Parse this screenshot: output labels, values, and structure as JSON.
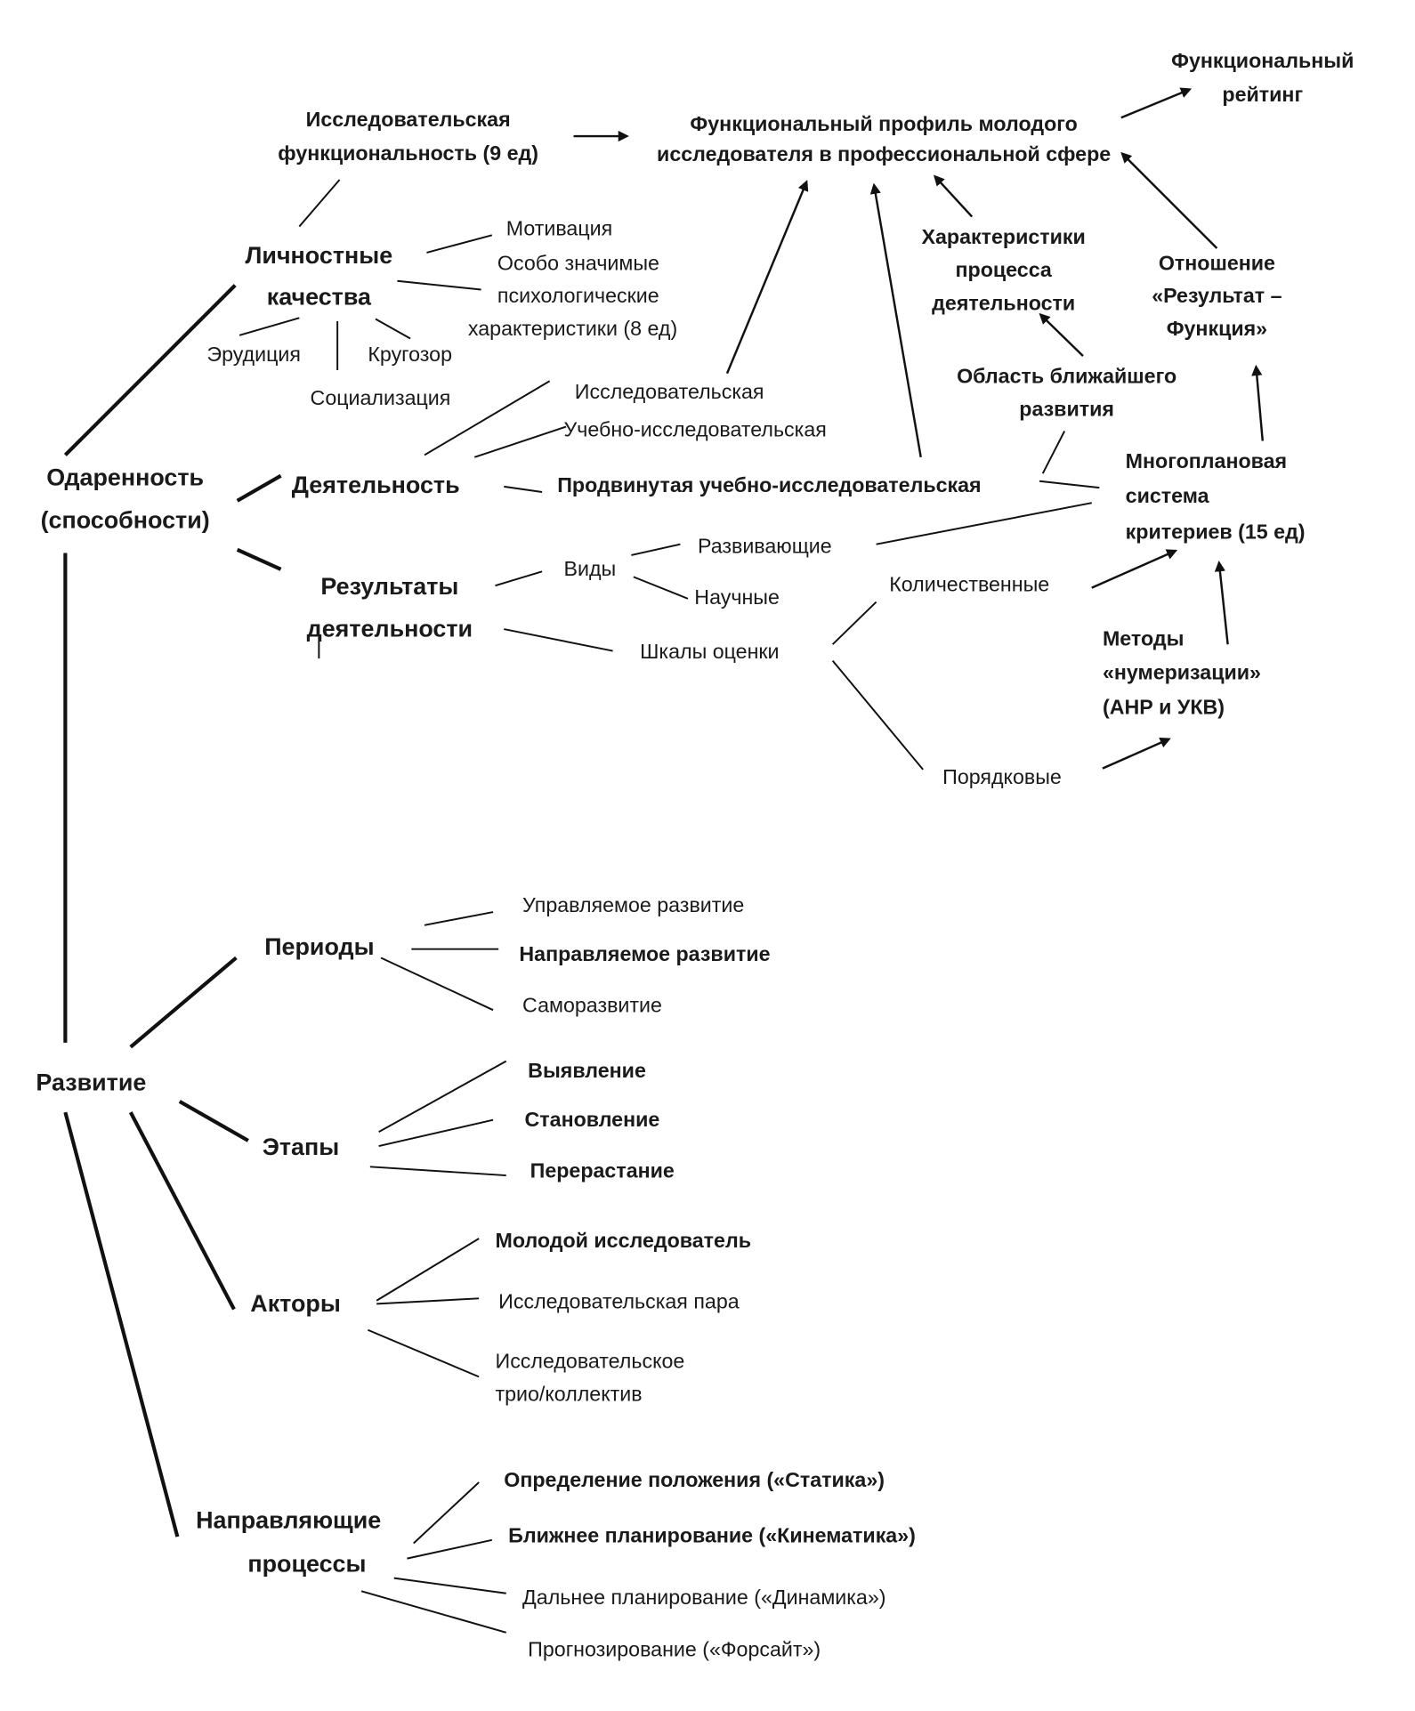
{
  "nodes": {
    "rating": [
      "Функциональный",
      "рейтинг"
    ],
    "research_func": [
      "Исследовательская",
      "функциональность (9 ед)"
    ],
    "profile": [
      "Функциональный профиль молодого",
      "исследователя в профессиональной сфере"
    ],
    "personal": [
      "Личностные",
      "качества"
    ],
    "motivation": "Мотивация",
    "psych": [
      "Особо значимые",
      "психологические",
      "характеристики (8 ед)"
    ],
    "erudition": "Эрудиция",
    "outlook": "Кругозор",
    "socialization": "Социализация",
    "giftedness": [
      "Одаренность",
      "(способности)"
    ],
    "activity": "Деятельность",
    "act_research": "Исследовательская",
    "act_edu_research": "Учебно-исследовательская",
    "act_advanced": "Продвинутая учебно-исследовательская",
    "process_chars": [
      "Характеристики",
      "процесса",
      "деятельности"
    ],
    "relation": [
      "Отношение",
      "«Результат –",
      "Функция»"
    ],
    "zone": [
      "Область ближайшего",
      "развития"
    ],
    "criteria": [
      "Многоплановая",
      "система",
      "критериев (15 ед)"
    ],
    "results": [
      "Результаты",
      "деятельности"
    ],
    "types": "Виды",
    "developing": "Развивающие",
    "scientific": "Научные",
    "scales": "Шкалы оценки",
    "quantitative": "Количественные",
    "ordinal": "Порядковые",
    "methods": [
      "Методы",
      "«нумеризации»",
      "(АНР и УКВ)"
    ],
    "development": "Развитие",
    "periods": "Периоды",
    "periods_items": [
      "Управляемое развитие",
      "Направляемое развитие",
      "Саморазвитие"
    ],
    "stages": "Этапы",
    "stages_items": [
      "Выявление",
      "Становление",
      "Перерастание"
    ],
    "actors": "Акторы",
    "actors_items": [
      "Молодой исследователь",
      "Исследовательская пара",
      "Исследовательское",
      "трио/коллектив"
    ],
    "guiding": [
      "Направляющие",
      "процессы"
    ],
    "guiding_items": [
      "Определение положения («Статика»)",
      "Ближнее планирование («Кинематика»)",
      "Дальнее планирование («Динамика»)",
      "Прогнозирование («Форсайт»)"
    ]
  }
}
